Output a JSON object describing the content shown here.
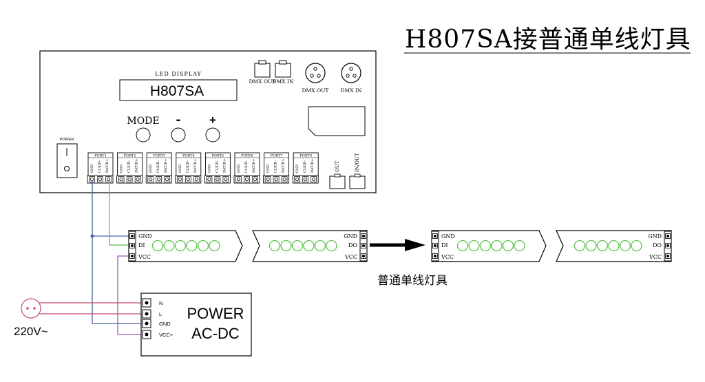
{
  "title": "H807SA接普通单线灯具",
  "controller": {
    "lcd_label": "LED  DISPLAY",
    "lcd_text": "H807SA",
    "buttons": {
      "mode": "MODE",
      "minus": "-",
      "plus": "+"
    },
    "power_label": "POWER",
    "rj45": [
      {
        "label": "DMX OUT"
      },
      {
        "label": "DMX IN"
      }
    ],
    "xlr": [
      {
        "label": "DMX OUT"
      },
      {
        "label": "DMX IN"
      }
    ],
    "ports": [
      {
        "label": "PORT1"
      },
      {
        "label": "PORT2"
      },
      {
        "label": "PORT3"
      },
      {
        "label": "PORT4"
      },
      {
        "label": "PORT5"
      },
      {
        "label": "PORT6"
      },
      {
        "label": "PORT7"
      },
      {
        "label": "PORT8"
      }
    ],
    "port_pins": [
      "GND",
      "CLK/D-",
      "DAT/D+"
    ],
    "aux": [
      {
        "label": "OUT"
      },
      {
        "label": "IN/OUT"
      }
    ]
  },
  "strip_in_labels": [
    "GND",
    "DI",
    "VCC"
  ],
  "strip_out_labels": [
    "GND",
    "DO",
    "VCC"
  ],
  "strip_caption": "普通单线灯具",
  "psu": {
    "title_line1": "POWER",
    "title_line2": "AC-DC",
    "terminals": [
      "N",
      "L",
      "GND",
      "VCC+"
    ]
  },
  "mains_label": "220V~",
  "colors": {
    "gnd_wire": "#4a5fa8",
    "data_wire": "#5bbf3f",
    "vcc_wire": "#a552b8",
    "mains_wire": "#c84d6a",
    "led": "#5cc24a"
  }
}
